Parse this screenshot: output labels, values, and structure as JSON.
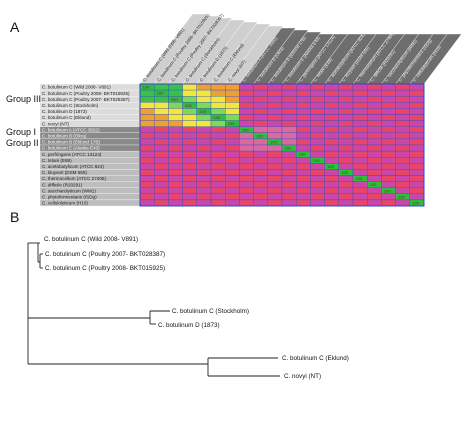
{
  "panel_a_label": "A",
  "panel_b_label": "B",
  "groups": {
    "group3": "Group III",
    "group1": "Group I",
    "group2": "Group II"
  },
  "matrix": {
    "row_labels": [
      "C. botulinum C (Wild 2008- V891)",
      "C. botulinum C (Poultry 2008- BKT015925)",
      "C. botulinum C (Poultry 2007- BKT028387)",
      "C. botulinum C (Stockholm)",
      "C. botulinum D (1873)",
      "C. botulinum C (Eklund)",
      "C. novyi (NT)",
      "C. botulinum A (ATCC 3502)",
      "C. botulinum B (Okra)",
      "C. botulinum B (Eklund 17B)",
      "C. botulinum E (Alaska E43)",
      "C. perfringens (ATCC 13124)",
      "C. tetani (E88)",
      "C. acetobutylicum (ATCC 824)",
      "C. kluyveri (DSM 555)",
      "C. thermocellum (ATCC 27405)",
      "C. difficile (R20291)",
      "C. saccharolyticum (WM1)",
      "C. phytofermentans (ISDg)",
      "C. cellulolyticum (H10)"
    ],
    "diagonal_values": [
      "100",
      "100",
      "100",
      "100",
      "100",
      "100",
      "100",
      "100",
      "100",
      "100",
      "100",
      "100",
      "100",
      "100",
      "100",
      "100",
      "100",
      "100",
      "100",
      "100"
    ]
  },
  "tree": {
    "leaves": [
      "C. botulinum C (Wild 2008- V891)",
      "C. botulinum C (Poultry 2007- BKT028387)",
      "C. botulinum C (Poultry 2008- BKT015925)",
      "C. botulinum C (Stockholm)",
      "C. botulinum D (1873)",
      "C. botulinum C (Eklund)",
      "C. novyi (NT)"
    ]
  },
  "colors": {
    "heatmap_high": "#2bbf3a",
    "heatmap_mid": "#f2e83a",
    "heatmap_low": "#e8456a",
    "heatmap_grid": "#3344cc",
    "header_light": "#cfcfcf",
    "header_dark": "#6e6e6e"
  }
}
